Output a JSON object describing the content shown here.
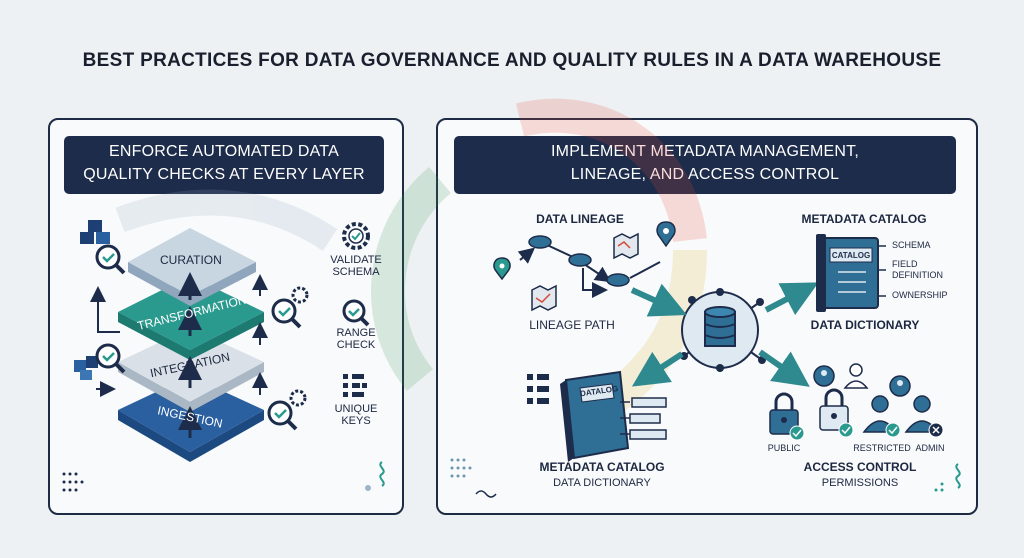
{
  "title": "BEST PRACTICES FOR DATA GOVERNANCE AND QUALITY RULES IN A DATA WAREHOUSE",
  "left_panel": {
    "heading_lines": [
      "ENFORCE AUTOMATED DATA",
      "QUALITY CHECKS AT EVERY LAYER"
    ],
    "layers": [
      "CURATION",
      "TRANSFORMATION",
      "INTEGRATION",
      "INGESTION"
    ],
    "checks": [
      {
        "lines": [
          "VALIDATE",
          "SCHEMA"
        ],
        "icon": "gear-check-icon"
      },
      {
        "lines": [
          "RANGE",
          "CHECK"
        ],
        "icon": "magnifier-check-icon"
      },
      {
        "lines": [
          "UNIQUE",
          "KEYS"
        ],
        "icon": "key-structure-icon"
      }
    ],
    "colors": {
      "curation": "#c8d6e2",
      "transformation": "#2a9a8f",
      "integration": "#d9e0e7",
      "ingestion": "#2a5fa0"
    }
  },
  "right_panel": {
    "heading_lines": [
      "IMPLEMENT METADATA MANAGEMENT,",
      "LINEAGE, AND ACCESS CONTROL"
    ],
    "lineage": {
      "title": "DATA LINEAGE",
      "caption": "LINEAGE PATH"
    },
    "catalog_top": {
      "title": "METADATA CATALOG",
      "book_label": "CATALOG",
      "fields": [
        "SCHEMA",
        "FIELD",
        "DEFINITION",
        "OWNERSHIP"
      ],
      "caption": "DATA DICTIONARY"
    },
    "catalog_bottom": {
      "book_label": "DATALOG",
      "title": "METADATA CATALOG",
      "caption": "DATA DICTIONARY"
    },
    "access": {
      "roles": [
        "PUBLIC",
        "RESTRICTED",
        "ADMIN"
      ],
      "title": "ACCESS CONTROL",
      "caption": "PERMISSIONS"
    },
    "colors": {
      "hub": "#2f6e95",
      "arrow": "#2f8a8f",
      "navy": "#1d2c4a"
    }
  }
}
